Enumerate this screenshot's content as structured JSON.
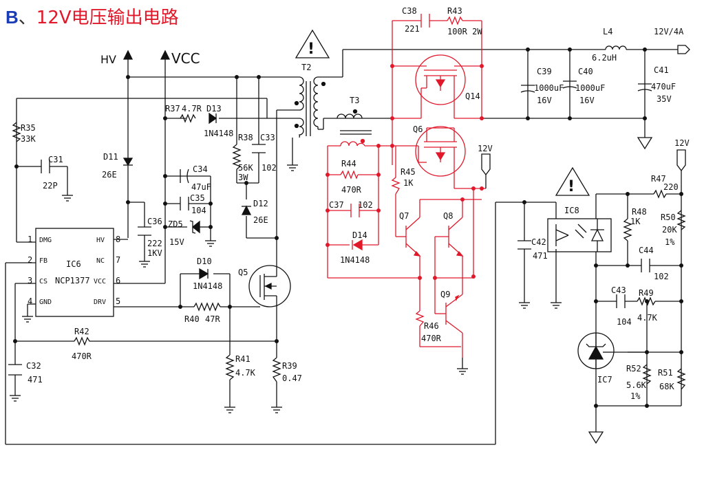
{
  "title": {
    "prefix": "B",
    "separator": "、",
    "text": "12V电压输出电路"
  },
  "power_labels": {
    "hv": "HV",
    "vcc": "VCC"
  },
  "ic6": {
    "ref": "IC6",
    "part": "NCP1377",
    "pins": [
      {
        "num": "1",
        "name": "DMG"
      },
      {
        "num": "2",
        "name": "FB"
      },
      {
        "num": "3",
        "name": "CS"
      },
      {
        "num": "4",
        "name": "GND"
      },
      {
        "num": "8",
        "name": "HV"
      },
      {
        "num": "7",
        "name": "NC"
      },
      {
        "num": "6",
        "name": "VCC"
      },
      {
        "num": "5",
        "name": "DRV"
      }
    ]
  },
  "components": {
    "r35": [
      "R35",
      "33K"
    ],
    "c31": [
      "C31",
      "22P"
    ],
    "d11": [
      "D11",
      "26E"
    ],
    "c36": [
      "C36",
      "222",
      "1KV"
    ],
    "r37": [
      "R37",
      "4.7R"
    ],
    "d13": [
      "D13",
      "1N4148"
    ],
    "r38": [
      "R38",
      "56K",
      "3W"
    ],
    "c33": [
      "C33",
      "102"
    ],
    "c34": [
      "C34",
      "47uF"
    ],
    "c35": [
      "C35",
      "104"
    ],
    "zd5": [
      "ZD5",
      "15V"
    ],
    "d12": [
      "D12",
      "26E"
    ],
    "d10": [
      "D10",
      "1N4148"
    ],
    "r40": [
      "R40",
      "47R"
    ],
    "q5": [
      "Q5"
    ],
    "r42": [
      "R42",
      "470R"
    ],
    "c32": [
      "C32",
      "471"
    ],
    "r41": [
      "R41",
      "4.7K"
    ],
    "r39": [
      "R39",
      "0.47"
    ],
    "t2": [
      "T2"
    ],
    "t3": [
      "T3"
    ],
    "r44": [
      "R44",
      "470R"
    ],
    "c37": [
      "C37",
      "102"
    ],
    "d14": [
      "D14",
      "1N4148"
    ],
    "r45": [
      "R45",
      "1K"
    ],
    "q7": [
      "Q7"
    ],
    "q8": [
      "Q8"
    ],
    "q9": [
      "Q9"
    ],
    "r46": [
      "R46",
      "470R"
    ],
    "c38": [
      "C38",
      "221"
    ],
    "r43": [
      "R43",
      "100R 2W"
    ],
    "q14": [
      "Q14"
    ],
    "q6": [
      "Q6"
    ],
    "v12a": [
      "12V"
    ],
    "c39": [
      "C39",
      "1000uF",
      "16V"
    ],
    "c40": [
      "C40",
      "1000uF",
      "16V"
    ],
    "l4": [
      "L4",
      "6.2uH"
    ],
    "out": [
      "12V/4A"
    ],
    "c41": [
      "C41",
      "470uF",
      "35V"
    ],
    "v12b": [
      "12V"
    ],
    "c42": [
      "C42",
      "471"
    ],
    "ic8": [
      "IC8"
    ],
    "r47": [
      "R47",
      "220"
    ],
    "r48": [
      "R48",
      "1K"
    ],
    "r50": [
      "R50",
      "20K",
      "1%"
    ],
    "c44": [
      "C44",
      "102"
    ],
    "c43": [
      "C43",
      "104"
    ],
    "r49": [
      "R49",
      "4.7K"
    ],
    "r52": [
      "R52",
      "5.6K",
      "1%"
    ],
    "r51": [
      "R51",
      "68K"
    ],
    "ic7": [
      "IC7"
    ]
  },
  "colors": {
    "wire": "#111111",
    "highlight": "#e0182a",
    "title_prefix": "#1a3db5"
  }
}
